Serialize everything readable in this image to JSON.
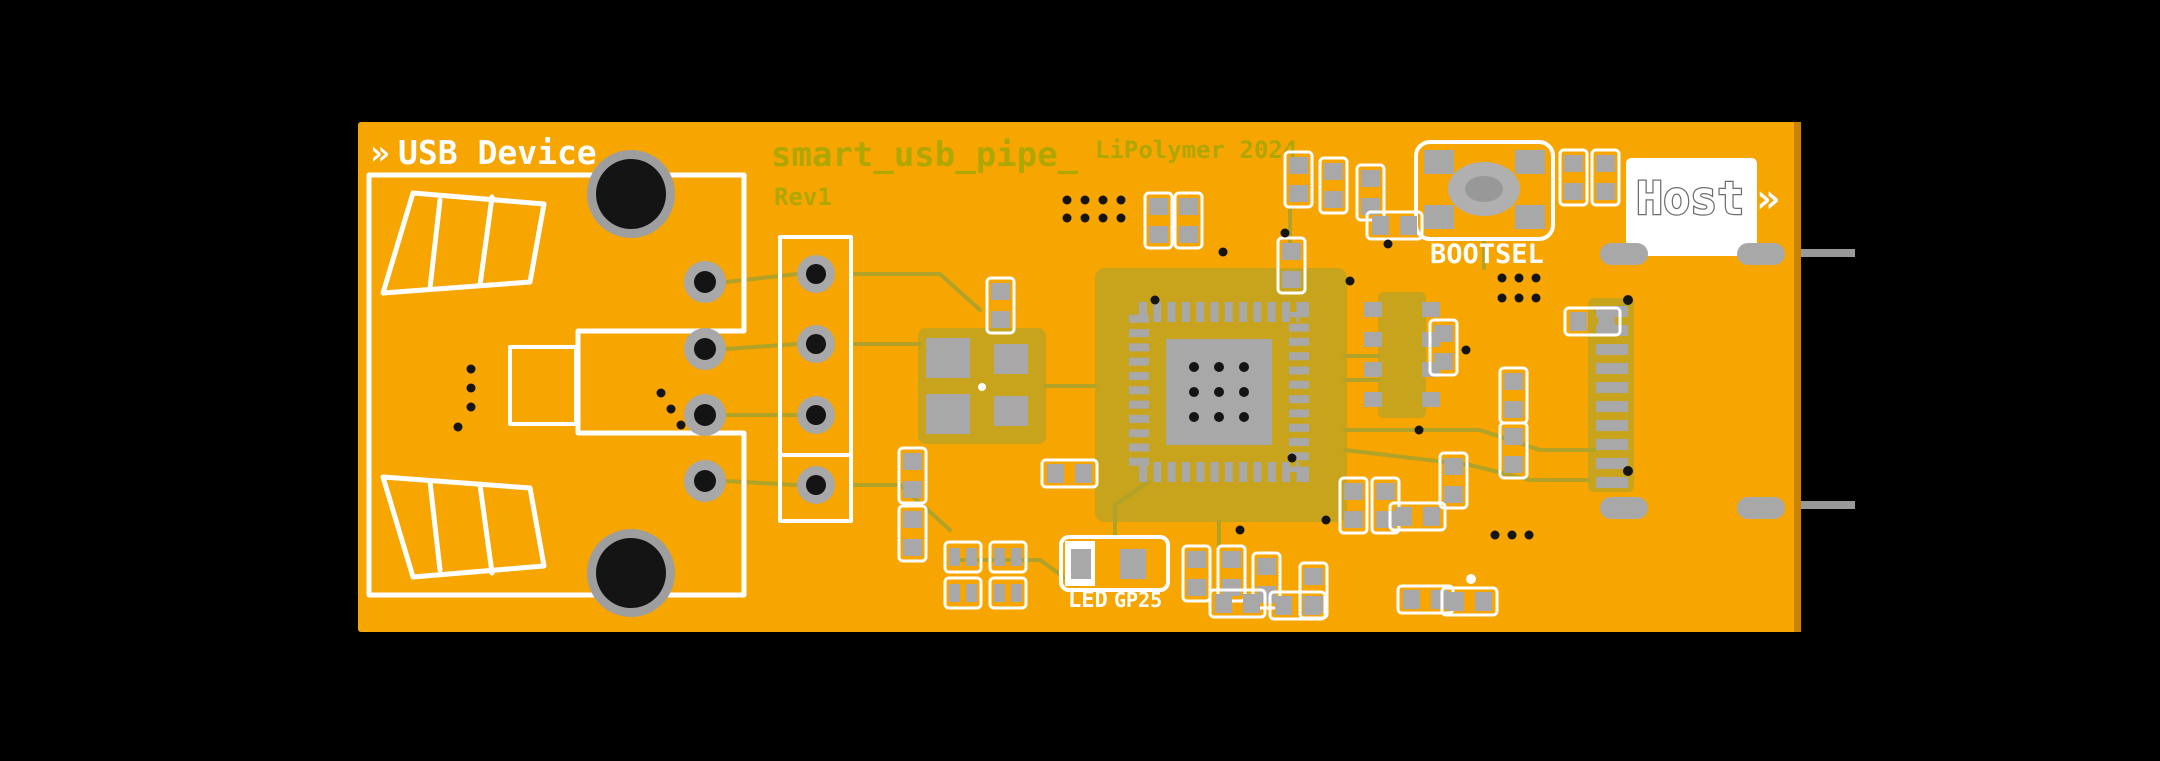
{
  "board": {
    "name": "smart_usb_pipe_",
    "brand": "LiPolymer 2024",
    "revision": "Rev1",
    "left_connector": {
      "arrow": "»",
      "label": "USB Device"
    },
    "right_connector": {
      "label": "Host",
      "arrow": "»"
    },
    "button": {
      "label": "BOOTSEL"
    },
    "led": {
      "label": "LED",
      "signal": "GP25"
    },
    "colors": {
      "background": "#000000",
      "soldermask": "#F7A500",
      "copper_zone": "#C7A41C",
      "copper_trace": "#B0A328",
      "copper_text": "#AFA600",
      "pad": "#A8A8A8",
      "silkscreen": "#FFFFFF",
      "drill": "#141414"
    }
  }
}
